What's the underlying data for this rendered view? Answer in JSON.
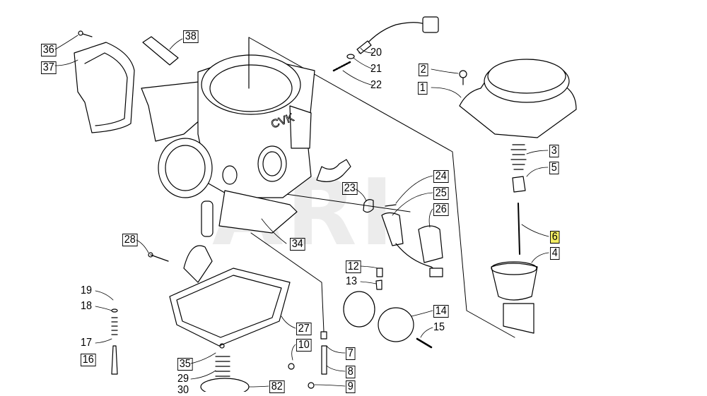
{
  "watermark": "ARI",
  "housing_lettering": "CVK",
  "highlighted_part": "6",
  "labels": {
    "p1": "1",
    "p2": "2",
    "p3": "3",
    "p4": "4",
    "p5": "5",
    "p6": "6",
    "p7": "7",
    "p8": "8",
    "p9": "9",
    "p10": "10",
    "p12": "12",
    "p13": "13",
    "p14": "14",
    "p15": "15",
    "p16": "16",
    "p17": "17",
    "p18": "18",
    "p19": "19",
    "p20": "20",
    "p21": "21",
    "p22": "22",
    "p23": "23",
    "p24": "24",
    "p25": "25",
    "p26": "26",
    "p27": "27",
    "p28": "28",
    "p29": "29",
    "p30": "30",
    "p34": "34",
    "p35": "35",
    "p36": "36",
    "p37": "37",
    "p38": "38",
    "p82": "82"
  }
}
